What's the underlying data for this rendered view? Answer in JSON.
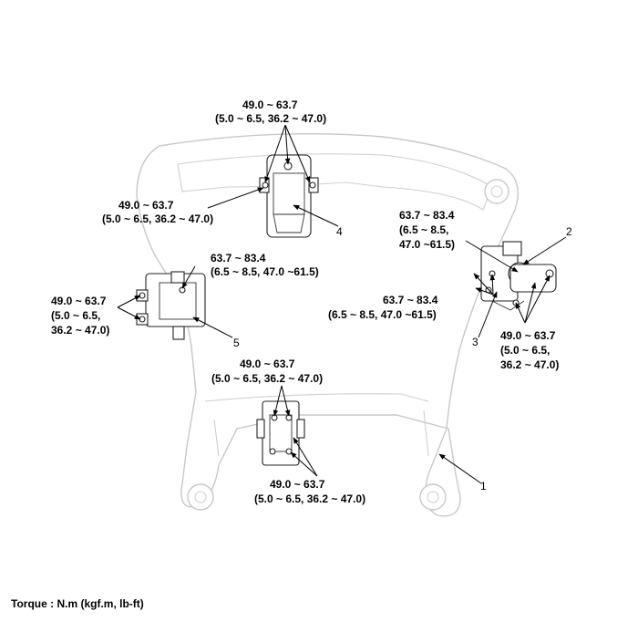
{
  "torque_note": "Torque : N.m (kgf.m, lb-ft)",
  "labels": {
    "top_mount_top": [
      "49.0 ~ 63.7",
      "(5.0 ~ 6.5, 36.2 ~ 47.0)"
    ],
    "top_mount_left": [
      "49.0 ~ 63.7",
      "(5.0 ~ 6.5, 36.2 ~ 47.0)"
    ],
    "left_mount_top": [
      "63.7 ~ 83.4",
      "(6.5 ~ 8.5, 47.0 ~61.5)"
    ],
    "left_mount_side": [
      "49.0 ~ 63.7",
      "(5.0 ~ 6.5,",
      "36.2 ~ 47.0)"
    ],
    "right_mount_upper": [
      "63.7 ~ 83.4",
      "(6.5 ~ 8.5,",
      "47.0 ~61.5)"
    ],
    "right_mount_center": [
      "63.7 ~ 83.4",
      "(6.5 ~ 8.5, 47.0 ~61.5)"
    ],
    "right_mount_lower": [
      "49.0 ~ 63.7",
      "(5.0 ~ 6.5,",
      "36.2 ~ 47.0)"
    ],
    "bottom_mount_top": [
      "49.0 ~ 63.7",
      "(5.0 ~ 6.5, 36.2 ~ 47.0)"
    ],
    "bottom_mount_bottom": [
      "49.0 ~ 63.7",
      "(5.0 ~ 6.5, 36.2 ~ 47.0)"
    ]
  },
  "callouts": {
    "c1": "1",
    "c2": "2",
    "c3": "3",
    "c4": "4",
    "c5": "5"
  }
}
